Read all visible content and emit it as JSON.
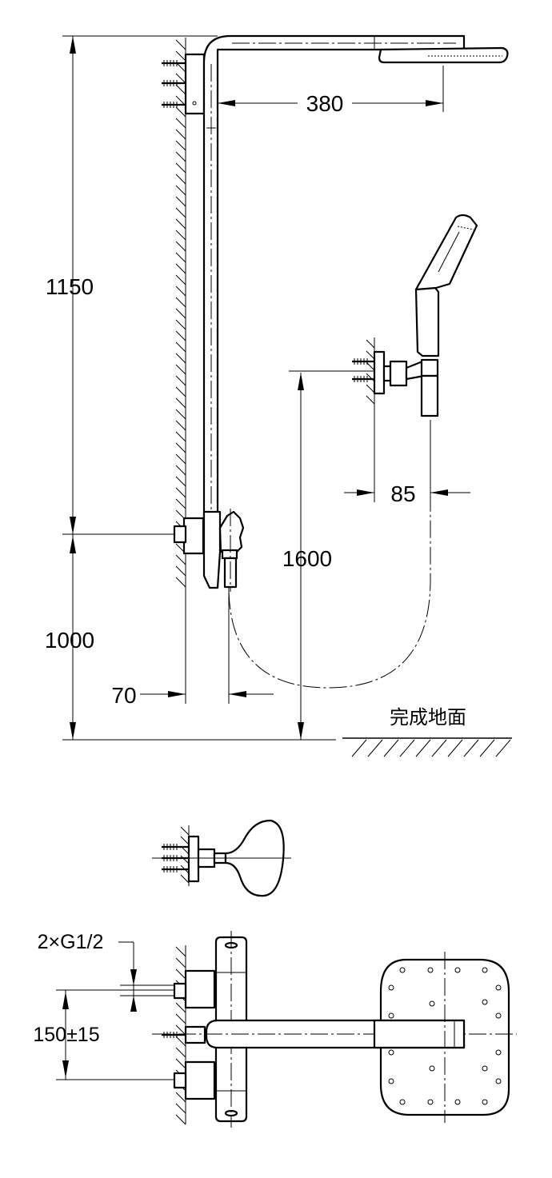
{
  "dimensions": {
    "head_projection": "380",
    "upper_height": "1150",
    "outlet_height": "1000",
    "hand_holder_height": "1600",
    "hand_offset": "85",
    "mixer_offset": "70",
    "inlet_thread": "2×G1/2",
    "inlet_spacing": "150±15"
  },
  "labels": {
    "floor": "完成地面"
  }
}
